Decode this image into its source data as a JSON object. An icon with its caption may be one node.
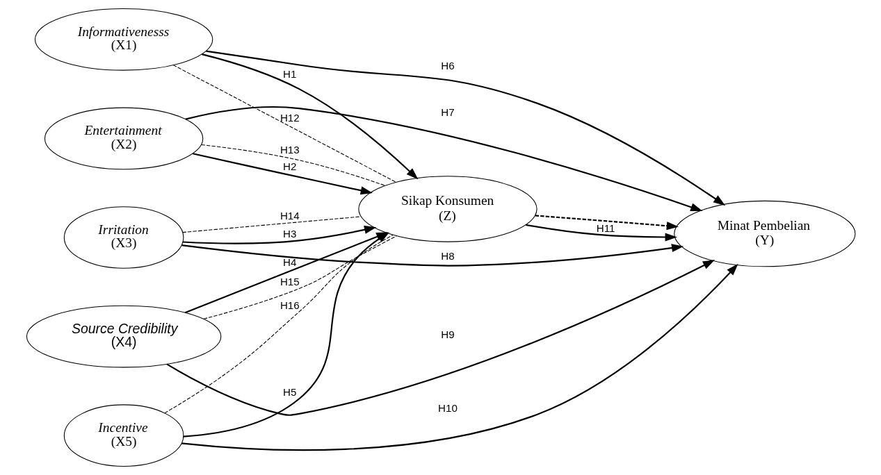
{
  "diagram": {
    "nodes": [
      {
        "text": [
          "Informativenesss",
          "(X1)"
        ]
      },
      {
        "text": [
          "Entertainment",
          "(X2)"
        ]
      },
      {
        "text": [
          "Irritation",
          "(X3)"
        ]
      },
      {
        "text": [
          "Source Credibility",
          "(X4)"
        ]
      },
      {
        "text": [
          "Incentive",
          "(X5)"
        ]
      },
      {
        "text": [
          "Sikap Konsumen",
          "(Z)"
        ]
      },
      {
        "text": [
          "Minat Pembelian",
          "(Y)"
        ]
      }
    ],
    "edges": [
      {
        "from": 0,
        "to": 5,
        "arrow": "to",
        "label": "H1"
      },
      {
        "from": 1,
        "to": 5,
        "arrow": "to",
        "label": "H2"
      },
      {
        "from": 2,
        "to": 5,
        "arrow": "to",
        "label": "H3"
      },
      {
        "from": 3,
        "to": 5,
        "arrow": "to",
        "label": "H4"
      },
      {
        "from": 4,
        "to": 5,
        "arrow": "to",
        "label": "H5"
      },
      {
        "from": 0,
        "to": 6,
        "arrow": "to",
        "label": "H6"
      },
      {
        "from": 1,
        "to": 6,
        "arrow": "to",
        "label": "H7"
      },
      {
        "from": 2,
        "to": 6,
        "arrow": "to",
        "label": "H8"
      },
      {
        "from": 3,
        "to": 6,
        "arrow": "to",
        "label": "H9"
      },
      {
        "from": 4,
        "to": 6,
        "arrow": "to",
        "label": "H10"
      },
      {
        "from": 5,
        "to": 6,
        "arrow": "to",
        "label": "H11"
      },
      {
        "from": 5,
        "to": 6,
        "arrow": "to",
        "style": "dashed"
      },
      {
        "from": 0,
        "to": 5,
        "arrow": "none",
        "label": "H12",
        "style": "dashed"
      },
      {
        "from": 1,
        "to": 5,
        "arrow": "none",
        "label": "H13",
        "style": "dashed"
      },
      {
        "from": 2,
        "to": 5,
        "arrow": "none",
        "label": "H14",
        "style": "dashed"
      },
      {
        "from": 3,
        "to": 5,
        "arrow": "none",
        "label": "H15",
        "style": "dashed"
      },
      {
        "from": 4,
        "to": 5,
        "arrow": "none",
        "label": "H16",
        "style": "dashed"
      }
    ]
  }
}
